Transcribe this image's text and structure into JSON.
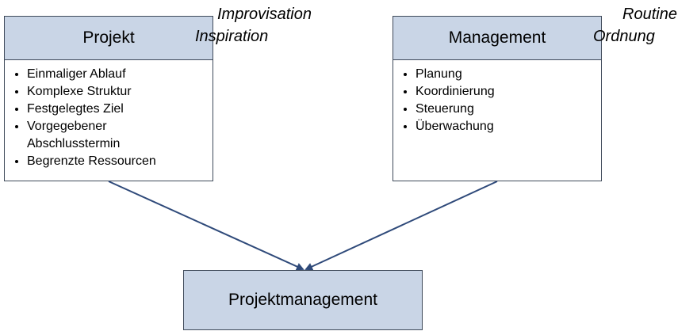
{
  "projekt": {
    "title": "Projekt",
    "items": [
      "Einmaliger Ablauf",
      "Komplexe Struktur",
      "Festgelegtes Ziel",
      "Vorgegebener Abschlusstermin",
      "Begrenzte Ressourcen"
    ],
    "notes": [
      "Improvisation",
      "Inspiration"
    ]
  },
  "management": {
    "title": "Management",
    "items": [
      "Planung",
      "Koordinierung",
      "Steuerung",
      "Überwachung"
    ],
    "notes": [
      "Routine",
      "Ordnung"
    ]
  },
  "result": {
    "title": "Projektmanagement"
  },
  "colors": {
    "box_fill": "#c9d5e6",
    "border": "#3f4a5a",
    "arrow": "#2f4a7a"
  }
}
